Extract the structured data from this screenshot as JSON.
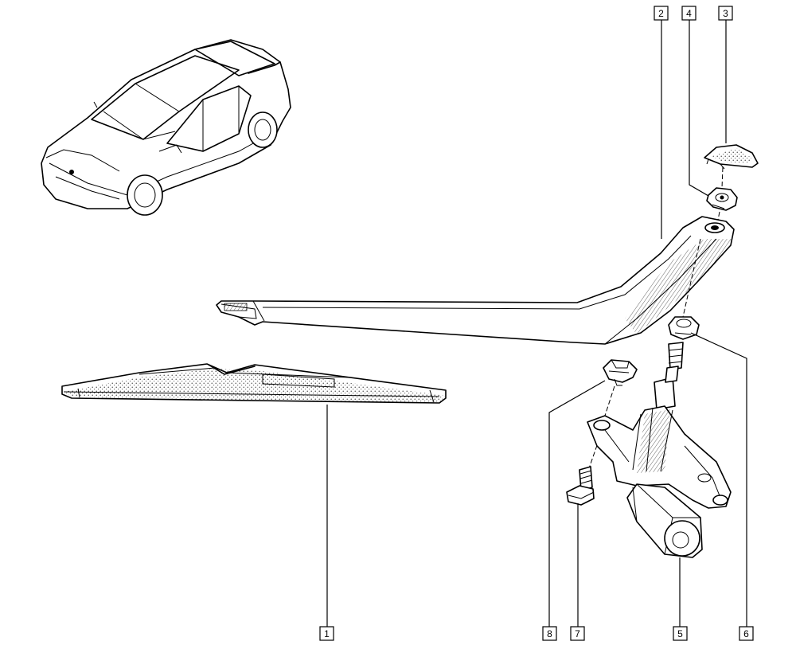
{
  "callouts": [
    {
      "id": "1",
      "part": "wiper-blade"
    },
    {
      "id": "2",
      "part": "wiper-arm"
    },
    {
      "id": "3",
      "part": "nut-cover-cap"
    },
    {
      "id": "4",
      "part": "arm-nut"
    },
    {
      "id": "5",
      "part": "wiper-motor"
    },
    {
      "id": "6",
      "part": "spindle-grommet"
    },
    {
      "id": "7",
      "part": "mounting-bolt"
    },
    {
      "id": "8",
      "part": "rubber-spacer"
    }
  ],
  "colors": {
    "line": "#000000",
    "background": "#ffffff"
  }
}
